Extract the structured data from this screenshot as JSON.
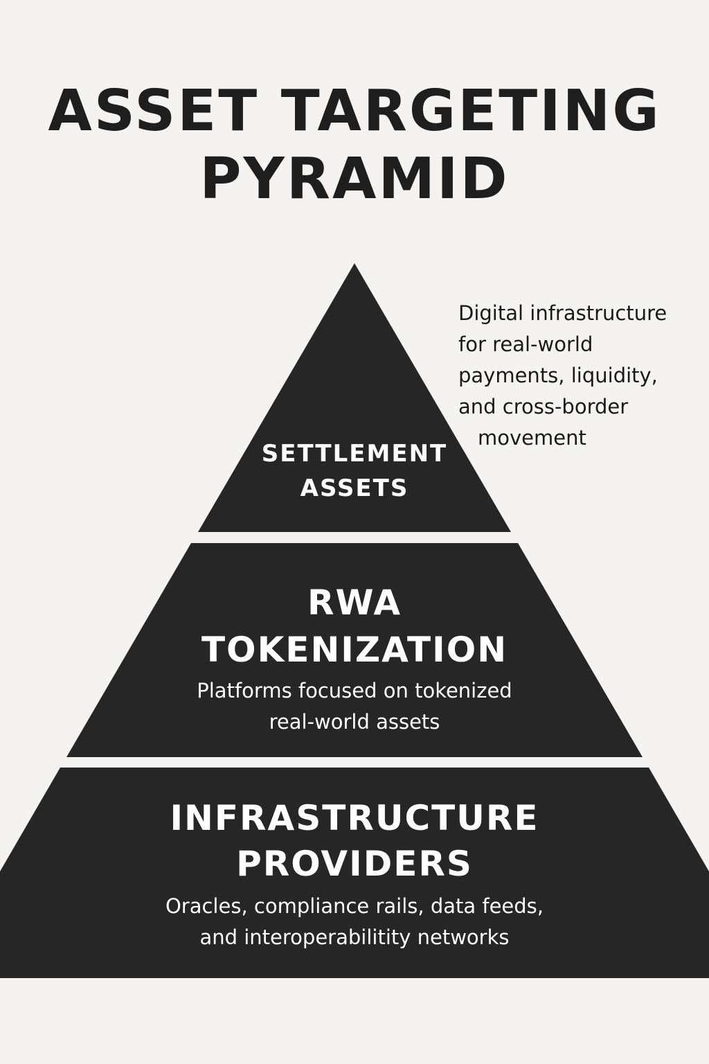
{
  "title": {
    "line1": "ASSET TARGETING",
    "line2": "PYRAMID"
  },
  "tiers": {
    "top": {
      "label_line1": "SETTLEMENT",
      "label_line2": "ASSETS",
      "note_lines": [
        "Digital infrastructure",
        "for real-world",
        "payments, liquidity,",
        "and cross-border",
        "movement"
      ]
    },
    "middle": {
      "label_line1": "RWA",
      "label_line2": "TOKENIZATION",
      "desc_line1": "Platforms focused on tokenized",
      "desc_line2": "real-world assets"
    },
    "bottom": {
      "label_line1": "INFRASTRUCTURE",
      "label_line2": "PROVIDERS",
      "desc_line1": "Oracles, compliance rails, data feeds,",
      "desc_line2": "and interoperabilitity networks"
    }
  },
  "colors": {
    "background": "#f4f3f1",
    "tier_fill": "#262626",
    "title_text": "#1e1e1e",
    "tier_text": "#ffffff"
  }
}
